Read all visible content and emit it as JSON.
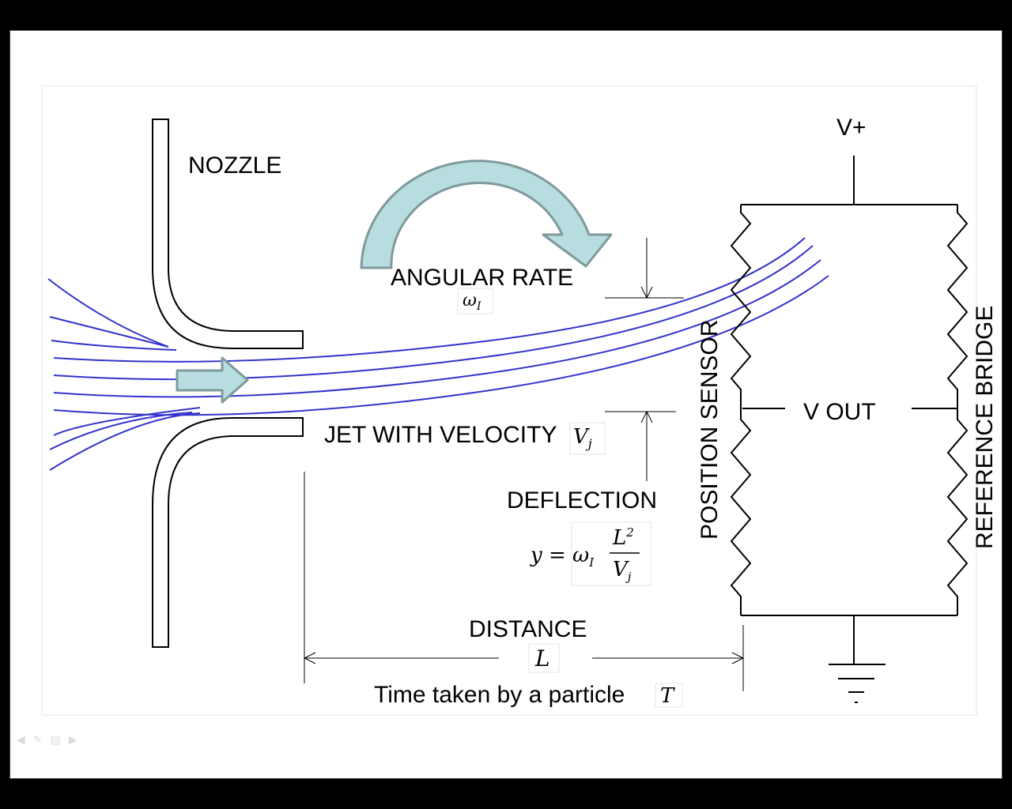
{
  "labels": {
    "nozzle": "NOZZLE",
    "angular_rate": "ANGULAR RATE",
    "jet_with_velocity": "JET WITH VELOCITY",
    "deflection": "DEFLECTION",
    "distance": "DISTANCE",
    "time_taken": "Time taken by a particle",
    "position_sensor": "POSITION SENSOR",
    "reference_bridge": "REFERENCE BRIDGE",
    "v_plus": "V+",
    "v_out": "V OUT"
  },
  "math": {
    "omega": "ω",
    "omega_sub": "I",
    "v": "V",
    "v_sub": "j",
    "y_eq": "y = ω",
    "y_eq_sub": "I",
    "l_sq": "L",
    "sq": "2",
    "den_v": "V",
    "den_sub": "j",
    "l": "L",
    "t": "T"
  },
  "colors": {
    "flow_line": "#3333cc",
    "arrow_fill": "#b7dde0",
    "arrow_stroke": "#7f9a9c",
    "structure": "#000000"
  },
  "icons": [
    "prev-slide-icon",
    "pen-icon",
    "menu-icon",
    "next-slide-icon"
  ]
}
